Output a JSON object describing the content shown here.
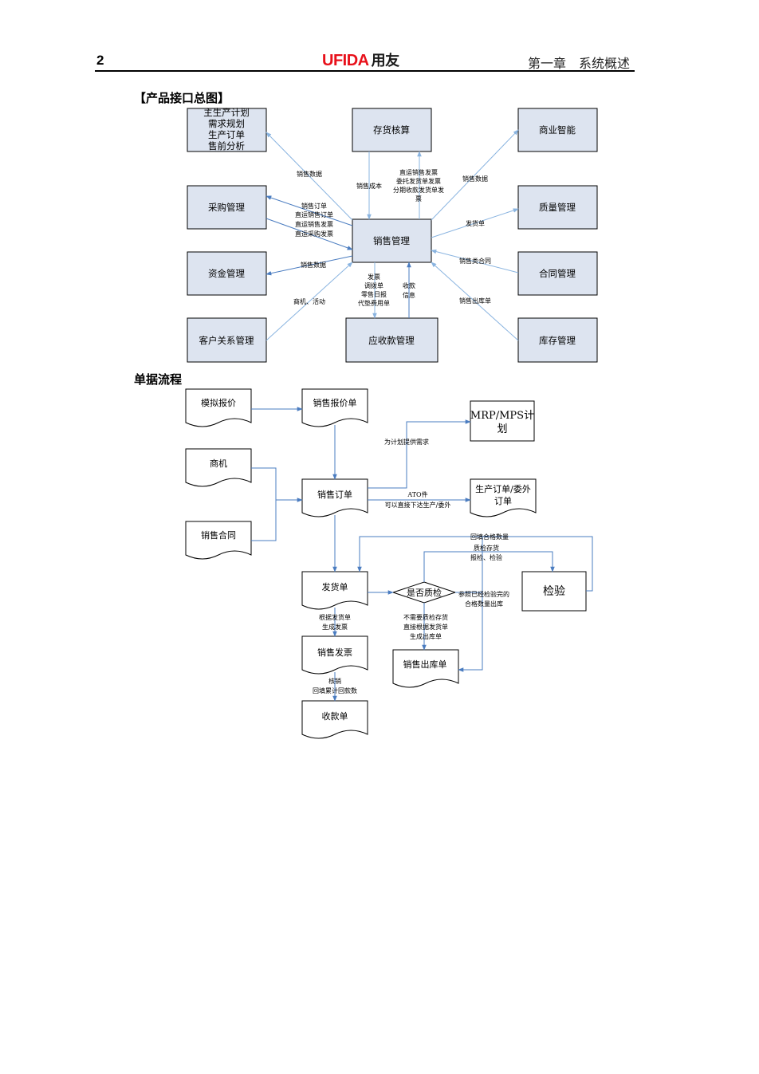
{
  "header": {
    "page_number": "2",
    "brand_latin": "UFIDA",
    "brand_cn": "用友",
    "chapter": "第一章　系统概述"
  },
  "section1_title": "【产品接口总图】",
  "section2_title": "单据流程",
  "interface_diagram": {
    "nodes": {
      "mps": [
        "主生产计划",
        "需求规划",
        "生产订单",
        "售前分析"
      ],
      "inventory_accounting": "存货核算",
      "bi": "商业智能",
      "purchase": "采购管理",
      "sales": "销售管理",
      "quality": "质量管理",
      "funds": "资金管理",
      "contract": "合同管理",
      "crm": "客户关系管理",
      "receivables": "应收款管理",
      "stock": "库存管理"
    },
    "labels": {
      "to_mps": "销售数据",
      "to_inventory_cost": "销售成本",
      "from_inventory": [
        "直运销售发票",
        "委托发货单发票",
        "分期收款发货单发",
        "票"
      ],
      "to_bi": "销售数据",
      "purchase_link": [
        "销售订单",
        "直运销售订单",
        "直运销售发票",
        "直运采购发票"
      ],
      "to_quality": "发货单",
      "to_funds": "销售数据",
      "from_contract": "销售类合同",
      "to_receivables": [
        "发票",
        "调拨单",
        "零售日报",
        "代垫费用单"
      ],
      "from_receivables": [
        "收款",
        "信息"
      ],
      "from_crm": "商机、活动",
      "from_stock": "销售出库单"
    }
  },
  "flow_diagram": {
    "docs": {
      "sim_quote": "模拟报价",
      "quote": "销售报价单",
      "opportunity": "商机",
      "contract": "销售合同",
      "order": "销售订单",
      "delivery": "发货单",
      "invoice": "销售发票",
      "receipt": "收款单",
      "outbound": "销售出库单",
      "production": [
        "生产订单/委外",
        "订单"
      ]
    },
    "boxes": {
      "mrp": [
        "MRP/MPS计",
        "划"
      ],
      "inspection": "检验"
    },
    "decision": "是否质检",
    "labels": {
      "plan_demand": "为计划提供需求",
      "ato": [
        "ATO件",
        "可以直接下达生产/委外"
      ],
      "backfill": "回填合格数量",
      "qc_stock": [
        "质检存货",
        "报检、检验"
      ],
      "ref_qualified": [
        "参照已经检验完的",
        "合格数量出库"
      ],
      "no_qc": [
        "不需要质检存货",
        "直接根据发货单",
        "生成出库单"
      ],
      "gen_invoice": [
        "根据发货单",
        "生成发票"
      ],
      "writeoff": [
        "核销",
        "回填累计回款数"
      ]
    }
  },
  "colors": {
    "brand_red": "#e8101a",
    "box_fill": "#dde4f0",
    "arrow_blue": "#4a7cc0",
    "light_arrow": "#8ab4e0"
  }
}
